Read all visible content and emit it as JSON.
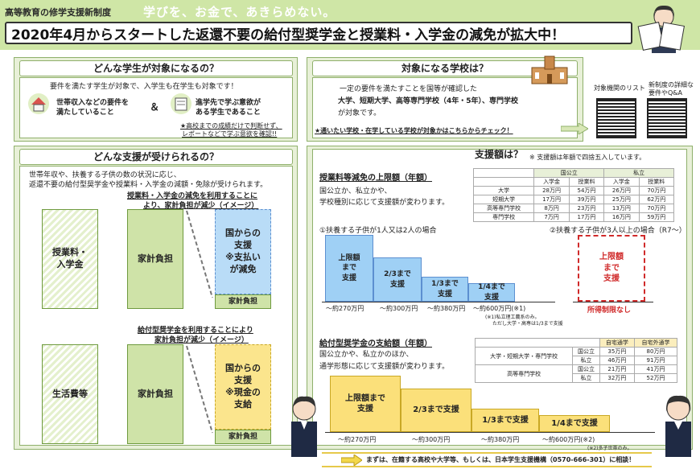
{
  "header": {
    "pre": "高等教育の修学支援新制度",
    "slogan": "学びを、お金で、あきらめない。",
    "title": "2020年4月からスタートした返還不要の給付型奨学金と授業料・入学金の減免が拡大中！"
  },
  "who": {
    "heading": "どんな学生が対象になるの？",
    "intro": "要件を満たす学生が対象で、入学生も在学生も対象です！",
    "req1": "世帯収入などの要件を",
    "req1b": "満たしていること",
    "amp": "＆",
    "req2": "進学先で学ぶ意欲が",
    "req2b": "ある学生であること",
    "note1": "★高校までの成績だけで判断せず、",
    "note2": "レポートなどで学ぶ意欲を確認!!"
  },
  "schools": {
    "heading": "対象になる学校は？",
    "l1": "一定の要件を満たすことを国等が確認した",
    "l2": "大学、短期大学、高等専門学校（4年・5年）、専門学校",
    "l3": "が対象です。",
    "check": "★通いたい学校・在学している学校が対象かはこちらからチェック！",
    "qr1": "対象機関のリスト",
    "qr2a": "新制度の詳細な",
    "qr2b": "要件やQ&A"
  },
  "support": {
    "heading": "どんな支援が受けられるの？",
    "l1": "世帯年収や、扶養する子供の数の状況に応じ、",
    "l2": "返還不要の給付型奨学金や授業料・入学金の減額・免除が受けられます。",
    "tuition_cap1": "授業料・入学金の減免を利用することに",
    "tuition_cap2": "より、家計負担が減少（イメージ）",
    "tuition_box": "授業料・\n入学金",
    "household": "家計負担",
    "gov1": "国からの\n支援\n※支払い\nが減免",
    "household2": "家計負担",
    "sch_cap1": "給付型奨学金を利用することにより",
    "sch_cap2": "家計負担が減少（イメージ）",
    "living": "生活費等",
    "household3": "家計負担",
    "gov2": "国からの\n支援\n※現金の\n支給",
    "household4": "家計負担"
  },
  "amount": {
    "heading": "支援額は？",
    "note": "※ 支援額は年額で四捨五入しています。",
    "t_head": "授業料等減免の上限額（年額）",
    "t_l1": "国公立か、私立かや、",
    "t_l2": "学校種別に応じて支援額が変わります。",
    "table1": {
      "h1": "国公立",
      "h2": "私立",
      "sub": [
        "入学金",
        "授業料",
        "入学金",
        "授業料"
      ],
      "rows": [
        [
          "大学",
          "28万円",
          "54万円",
          "26万円",
          "70万円"
        ],
        [
          "短期大学",
          "17万円",
          "39万円",
          "25万円",
          "62万円"
        ],
        [
          "高等専門学校",
          "8万円",
          "23万円",
          "13万円",
          "70万円"
        ],
        [
          "専門学校",
          "7万円",
          "17万円",
          "16万円",
          "59万円"
        ]
      ]
    },
    "case1": "①扶養する子供が1人又は2人の場合",
    "case2": "②扶養する子供が3人以上の場合（R7～）",
    "bars1": [
      "上限額\nまで\n支援",
      "2/3まで\n支援",
      "1/3まで\n支援",
      "1/4まで\n支援"
    ],
    "income1": [
      "～約270万円",
      "～約300万円",
      "～約380万円",
      "～約600万円(※1)"
    ],
    "foot1a": "(※1)私立理工農系のみ。",
    "foot1b": "ただし大学・高専は1/3まで支援",
    "capbar": "上限額\nまで\n支援",
    "nolimit": "所得制限なし",
    "s_head": "給付型奨学金の支給額（年額）",
    "s_l1": "国公立かや、私立かのほか、",
    "s_l2": "通学形態に応じて支援額が変わります。",
    "table2": {
      "h1": "自宅通学",
      "h2": "自宅外通学",
      "rows": [
        [
          "大学・短期大学・専門学校",
          "国公立",
          "35万円",
          "80万円"
        ],
        [
          "",
          "私立",
          "46万円",
          "91万円"
        ],
        [
          "高等専門学校",
          "国公立",
          "21万円",
          "41万円"
        ],
        [
          "",
          "私立",
          "32万円",
          "52万円"
        ]
      ]
    },
    "bars2": [
      "上限額まで\n支援",
      "2/3まで支援",
      "1/3まで支援",
      "1/4まで支援"
    ],
    "income2": [
      "～約270万円",
      "～約300万円",
      "～約380万円",
      "～約600万円(※2)"
    ],
    "foot2": "(※2)多子世帯のみ。"
  },
  "footer": {
    "text": "まずは、在籍する高校や大学等、もしくは、日本学生支援機構（0570-666-301）に相談！"
  }
}
